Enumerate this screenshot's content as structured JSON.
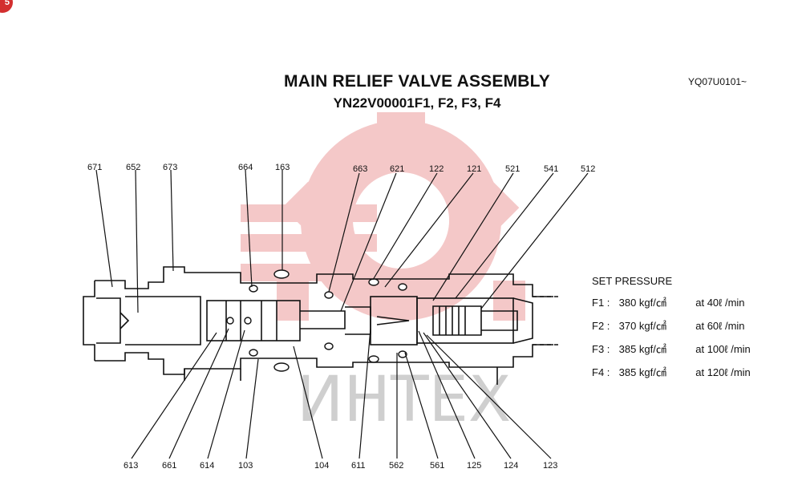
{
  "badge": "5",
  "title": "MAIN RELIEF VALVE ASSEMBLY",
  "subtitle": "YN22V00001F1, F2, F3, F4",
  "doc_code": "YQ07U0101~",
  "watermark": "ИНТЕХ",
  "top_callouts": [
    "671",
    "652",
    "673",
    "664",
    "163",
    "663",
    "621",
    "122",
    "121",
    "521",
    "541",
    "512"
  ],
  "bottom_callouts": [
    "613",
    "661",
    "614",
    "103",
    "104",
    "611",
    "562",
    "561",
    "125",
    "124",
    "123"
  ],
  "set_pressure": {
    "heading": "SET PRESSURE",
    "rows": [
      {
        "name": "F1 :",
        "value": "380 kgf/㎠",
        "flow": "at  40ℓ /min"
      },
      {
        "name": "F2 :",
        "value": "370 kgf/㎠",
        "flow": "at  60ℓ /min"
      },
      {
        "name": "F3 :",
        "value": "385 kgf/㎠",
        "flow": "at  100ℓ /min"
      },
      {
        "name": "F4 :",
        "value": "385 kgf/㎠",
        "flow": "at  120ℓ /min"
      }
    ]
  },
  "colors": {
    "line": "#111111",
    "watermark": "#f4c8c8",
    "watermark_text": "#bdbdbd",
    "badge": "#d32f2f"
  }
}
